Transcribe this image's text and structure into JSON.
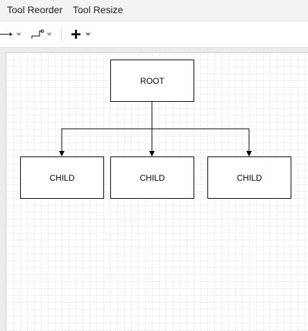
{
  "menubar": {
    "items": [
      "Tool Reorder",
      "Tool Resize"
    ]
  },
  "toolbar": {
    "tools": [
      {
        "name": "connection-arrow-icon"
      },
      {
        "name": "waypoint-elbow-icon"
      },
      {
        "name": "insert-plus-icon"
      }
    ]
  },
  "diagram": {
    "root": {
      "label": "ROOT"
    },
    "children": [
      {
        "label": "CHILD"
      },
      {
        "label": "CHILD"
      },
      {
        "label": "CHILD"
      }
    ]
  },
  "colors": {
    "menubar_bg": "#f1f3f4",
    "canvas_bg": "#ffffff",
    "grid_line": "#efefef",
    "stroke": "#000000",
    "icon": "#333333"
  }
}
